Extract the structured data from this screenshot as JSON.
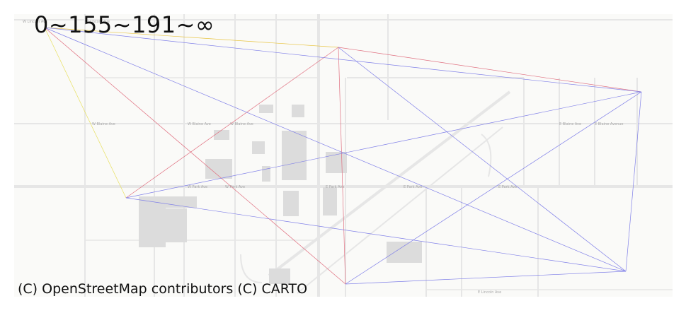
{
  "title": "0~155~191~∞",
  "attribution": "(C) OpenStreetMap contributors (C) CARTO",
  "basemap": {
    "style": "light-gray",
    "street_labels": [
      "W Lincoln Ave",
      "W Lincoln Ave",
      "W Blaine Ave",
      "W Blaine Ave",
      "W Blaine Ave",
      "W Park Ave",
      "W Park Ave",
      "E Park Ave",
      "E Park Ave",
      "E Park Ave",
      "E Blaine Ave",
      "E Blaine Avenue",
      "E Lincoln Ave"
    ]
  },
  "colors": {
    "band_0_155": "#e8c440",
    "band_155_191": "#e07080",
    "band_191_inf": "#8080e8",
    "land": "#fafaf8",
    "road": "#e6e6e6",
    "building": "#d9d9d9"
  },
  "legend_bands": [
    "0~155",
    "155~191",
    "191~∞"
  ]
}
